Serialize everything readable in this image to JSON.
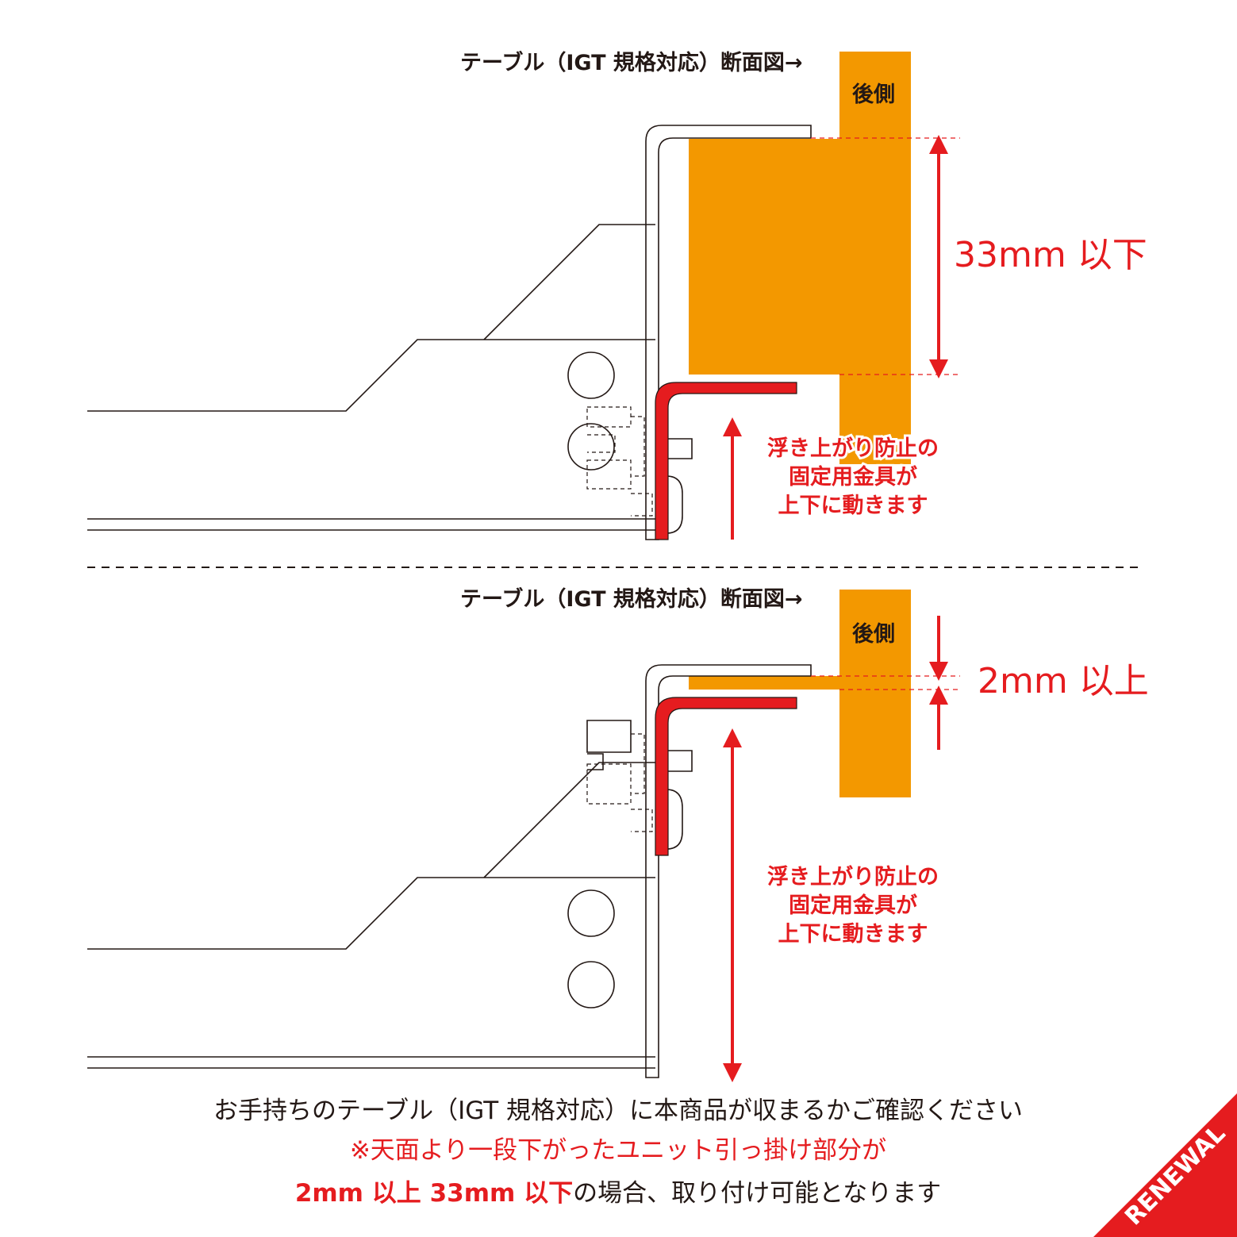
{
  "colors": {
    "orange": "#f39800",
    "red": "#e51c1f",
    "dark": "#231815"
  },
  "diagram_top": {
    "section_label": "テーブル（IGT 規格対応）断面図→",
    "rear_label": "後側",
    "dimension_label": "33mm 以下",
    "annotation_lines": [
      "浮き上がり防止の",
      "固定用金具が",
      "上下に動きます"
    ]
  },
  "diagram_bottom": {
    "section_label": "テーブル（IGT 規格対応）断面図→",
    "rear_label": "後側",
    "dimension_label": "2mm 以上",
    "annotation_lines": [
      "浮き上がり防止の",
      "固定用金具が",
      "上下に動きます"
    ]
  },
  "footer": {
    "line1": "お手持ちのテーブル（IGT 規格対応）に本商品が収まるかご確認ください",
    "line2": "※天面より一段下がったユニット引っ掛け部分が",
    "line3_red": "2mm 以上 33mm 以下",
    "line3_dark": "の場合、取り付け可能となります"
  },
  "badge": {
    "label": "RENEWAL"
  }
}
